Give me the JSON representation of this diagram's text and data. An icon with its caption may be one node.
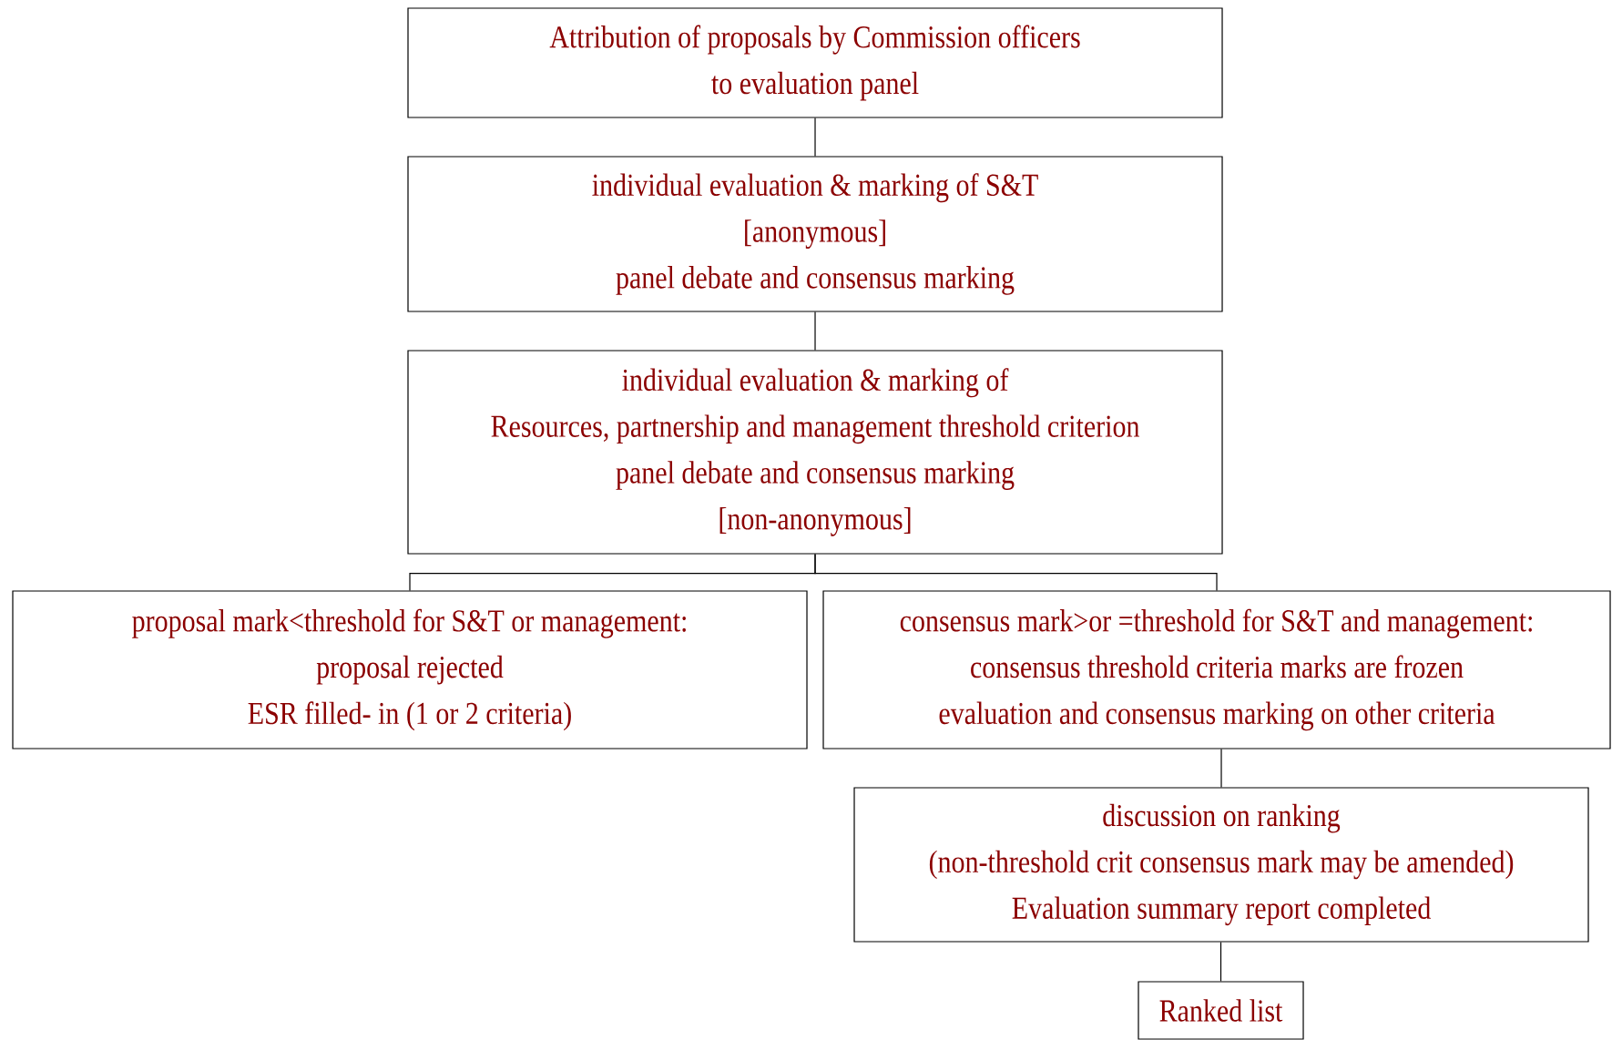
{
  "diagram": {
    "nodes": [
      {
        "text": [
          "Attribution of proposals by Commission officers",
          "to evaluation panel"
        ]
      },
      {
        "text": [
          "individual evaluation & marking of S&T",
          "[anonymous]",
          "panel debate and consensus marking"
        ]
      },
      {
        "text": [
          "individual evaluation & marking of",
          "Resources, partnership and management threshold criterion",
          "panel debate and consensus marking",
          "[non-anonymous]"
        ]
      },
      {
        "text": [
          "proposal mark<threshold for S&T or management:",
          "proposal rejected",
          "ESR filled- in (1 or 2 criteria)"
        ]
      },
      {
        "text": [
          "consensus mark>or =threshold for S&T and management:",
          "consensus threshold criteria marks are frozen",
          "evaluation and consensus marking on other criteria"
        ]
      },
      {
        "text": [
          "discussion on ranking",
          "(non-threshold crit consensus mark may be amended)",
          "Evaluation summary report completed"
        ]
      },
      {
        "text": [
          "Ranked list"
        ]
      }
    ],
    "edges": [
      {
        "from": 0,
        "to": 1,
        "arrow": "none"
      },
      {
        "from": 1,
        "to": 2,
        "arrow": "none"
      },
      {
        "from": 2,
        "to": 3,
        "arrow": "none"
      },
      {
        "from": 2,
        "to": 4,
        "arrow": "none"
      },
      {
        "from": 4,
        "to": 5,
        "arrow": "none"
      },
      {
        "from": 5,
        "to": 6,
        "arrow": "none"
      }
    ]
  }
}
